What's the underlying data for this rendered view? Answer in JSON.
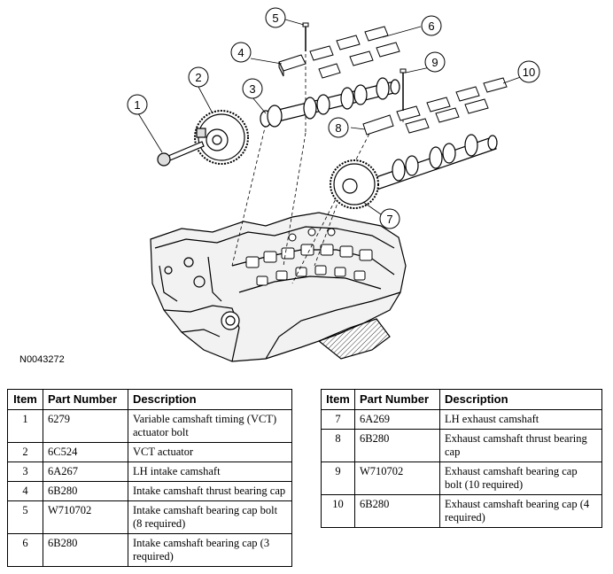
{
  "figure_id": "N0043272",
  "callouts": [
    "1",
    "2",
    "3",
    "4",
    "5",
    "6",
    "7",
    "8",
    "9",
    "10"
  ],
  "tables": {
    "headers": {
      "item": "Item",
      "part_number": "Part Number",
      "description": "Description"
    },
    "left": [
      {
        "item": "1",
        "part_number": "6279",
        "description": "Variable camshaft timing (VCT) actuator bolt"
      },
      {
        "item": "2",
        "part_number": "6C524",
        "description": "VCT actuator"
      },
      {
        "item": "3",
        "part_number": "6A267",
        "description": "LH intake camshaft"
      },
      {
        "item": "4",
        "part_number": "6B280",
        "description": "Intake camshaft thrust bearing cap"
      },
      {
        "item": "5",
        "part_number": "W710702",
        "description": "Intake camshaft bearing cap bolt (8 required)"
      },
      {
        "item": "6",
        "part_number": "6B280",
        "description": "Intake camshaft bearing cap (3 required)"
      }
    ],
    "right": [
      {
        "item": "7",
        "part_number": "6A269",
        "description": "LH exhaust camshaft"
      },
      {
        "item": "8",
        "part_number": "6B280",
        "description": "Exhaust camshaft thrust bearing cap"
      },
      {
        "item": "9",
        "part_number": "W710702",
        "description": "Exhaust camshaft bearing cap bolt (10 required)"
      },
      {
        "item": "10",
        "part_number": "6B280",
        "description": "Exhaust camshaft bearing cap (4 required)"
      }
    ]
  }
}
